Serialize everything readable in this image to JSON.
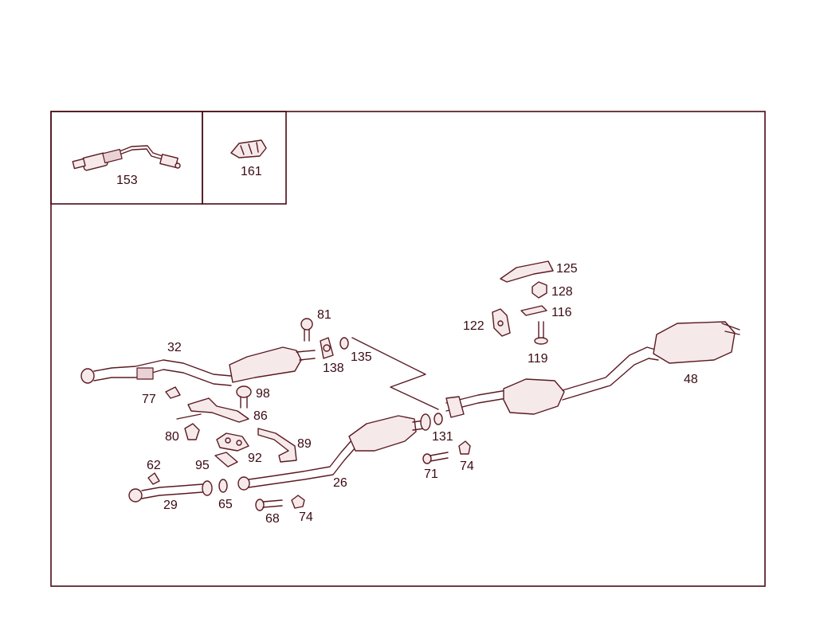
{
  "diagram": {
    "inset_labels": [
      {
        "id": "inset-153",
        "label": "153"
      },
      {
        "id": "inset-161",
        "label": "161"
      }
    ],
    "part_labels": [
      {
        "id": "p125",
        "label": "125"
      },
      {
        "id": "p128",
        "label": "128"
      },
      {
        "id": "p116",
        "label": "116"
      },
      {
        "id": "p122",
        "label": "122"
      },
      {
        "id": "p119",
        "label": "119"
      },
      {
        "id": "p81",
        "label": "81"
      },
      {
        "id": "p32",
        "label": "32"
      },
      {
        "id": "p138",
        "label": "138"
      },
      {
        "id": "p135",
        "label": "135"
      },
      {
        "id": "p48",
        "label": "48"
      },
      {
        "id": "p77",
        "label": "77"
      },
      {
        "id": "p98",
        "label": "98"
      },
      {
        "id": "p86",
        "label": "86"
      },
      {
        "id": "p80",
        "label": "80"
      },
      {
        "id": "p131",
        "label": "131"
      },
      {
        "id": "p89",
        "label": "89"
      },
      {
        "id": "p95",
        "label": "95"
      },
      {
        "id": "p92",
        "label": "92"
      },
      {
        "id": "p74a",
        "label": "74"
      },
      {
        "id": "p62",
        "label": "62"
      },
      {
        "id": "p71",
        "label": "71"
      },
      {
        "id": "p26",
        "label": "26"
      },
      {
        "id": "p29",
        "label": "29"
      },
      {
        "id": "p65",
        "label": "65"
      },
      {
        "id": "p68",
        "label": "68"
      },
      {
        "id": "p74b",
        "label": "74"
      }
    ]
  }
}
